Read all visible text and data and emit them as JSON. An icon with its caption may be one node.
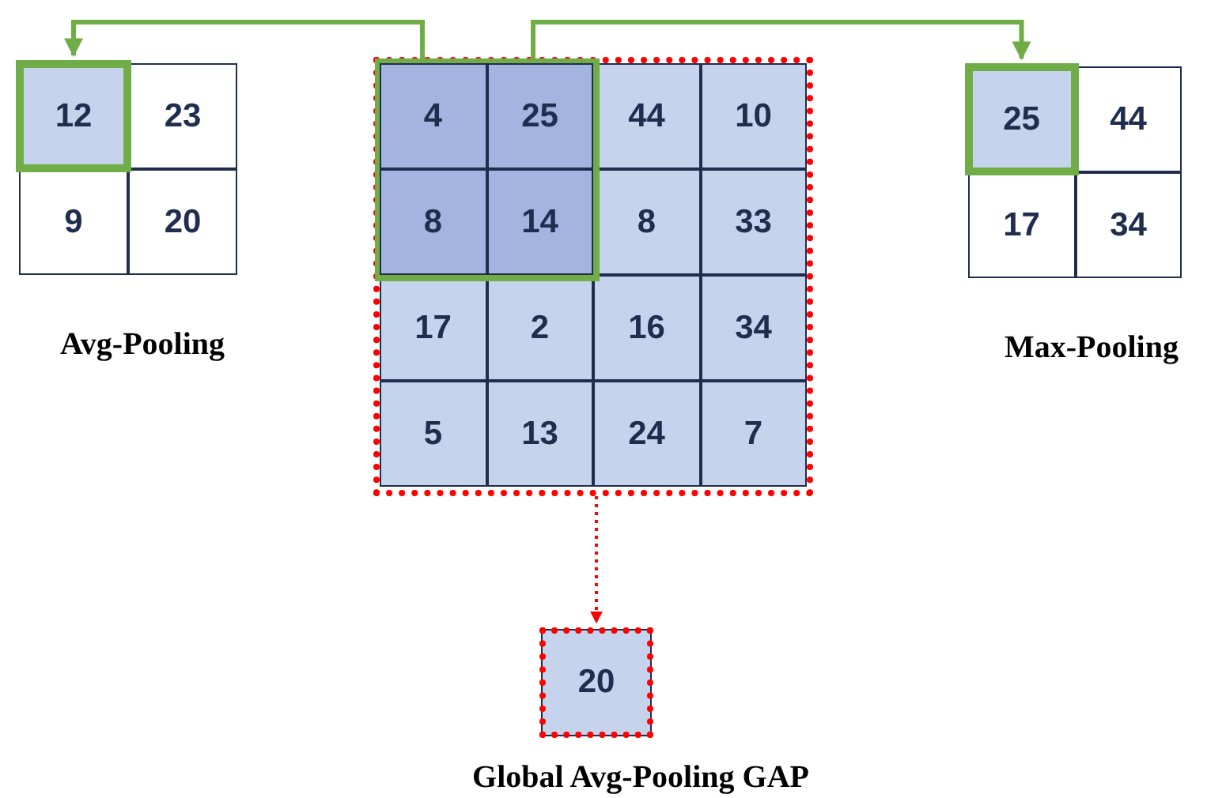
{
  "diagram": {
    "nodes": [
      {
        "text": [],
        "shape": "box",
        "beside": [
          "Avg-Pooling"
        ]
      },
      {
        "text": [
          "12"
        ],
        "in": 0
      },
      {
        "text": [
          "23"
        ],
        "in": 0
      },
      {
        "text": [
          "9"
        ],
        "in": 0
      },
      {
        "text": [
          "20"
        ],
        "in": 0
      },
      {
        "text": [],
        "shape": "box"
      },
      {
        "text": [],
        "shape": "box",
        "in": 5
      },
      {
        "text": [
          "4"
        ],
        "in": 6
      },
      {
        "text": [
          "25"
        ],
        "in": 6
      },
      {
        "text": [
          "8"
        ],
        "in": 6
      },
      {
        "text": [
          "14"
        ],
        "in": 6
      },
      {
        "text": [
          "44"
        ],
        "in": 5
      },
      {
        "text": [
          "10"
        ],
        "in": 5
      },
      {
        "text": [
          "8"
        ],
        "in": 5
      },
      {
        "text": [
          "33"
        ],
        "in": 5
      },
      {
        "text": [
          "17"
        ],
        "in": 5
      },
      {
        "text": [
          "2"
        ],
        "in": 5
      },
      {
        "text": [
          "16"
        ],
        "in": 5
      },
      {
        "text": [
          "34"
        ],
        "in": 5
      },
      {
        "text": [
          "5"
        ],
        "in": 5
      },
      {
        "text": [
          "13"
        ],
        "in": 5
      },
      {
        "text": [
          "24"
        ],
        "in": 5
      },
      {
        "text": [
          "7"
        ],
        "in": 5
      },
      {
        "text": [],
        "shape": "box",
        "beside": [
          "Max-Pooling"
        ]
      },
      {
        "text": [
          "25"
        ],
        "in": 23
      },
      {
        "text": [
          "44"
        ],
        "in": 23
      },
      {
        "text": [
          "17"
        ],
        "in": 23
      },
      {
        "text": [
          "34"
        ],
        "in": 23
      },
      {
        "text": [
          "20"
        ],
        "beside": [
          "Global Avg-Pooling GAP"
        ]
      }
    ],
    "edges": [
      {
        "from": 6,
        "to": 1,
        "arrow": "to"
      },
      {
        "from": 6,
        "to": 24,
        "arrow": "to"
      },
      {
        "from": 5,
        "to": 28,
        "arrow": "to",
        "style": "dashed",
        "color": "#ff0000"
      }
    ]
  }
}
